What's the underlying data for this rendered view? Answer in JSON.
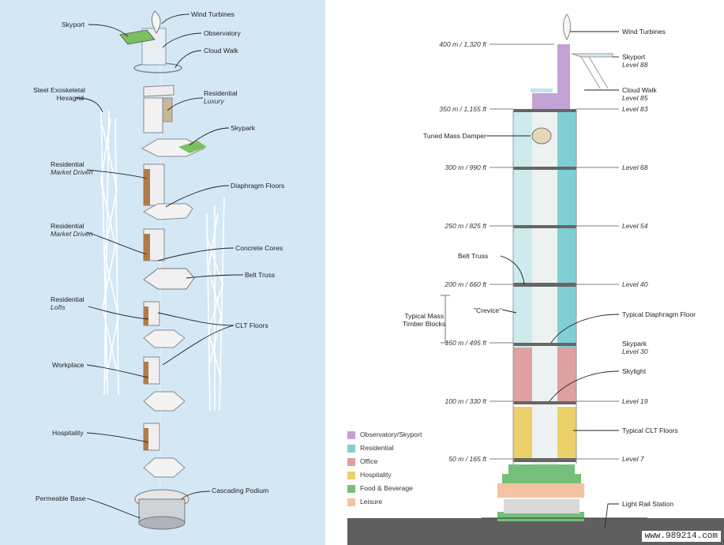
{
  "exploded": {
    "labels": {
      "skyport": "Skyport",
      "wind_turbines": "Wind Turbines",
      "observatory": "Observatory",
      "cloud_walk": "Cloud Walk",
      "steel_exo": "Steel Exoskeletal",
      "hexagrid": "Hexagrid",
      "residential_luxury": "Residential",
      "luxury": "Luxury",
      "skypark": "Skypark",
      "residential_md1": "Residential",
      "market_driven_1": "Market Driven",
      "diaphragm_floors": "Diaphragm Floors",
      "residential_md2": "Residential",
      "market_driven_2": "Market Driven",
      "concrete_cores": "Concrete Cores",
      "belt_truss": "Belt Truss",
      "residential_lofts": "Residential",
      "lofts": "Lofts",
      "clt_floors": "CLT Floors",
      "workplace": "Workplace",
      "hospitality": "Hospitality",
      "permeable_base": "Permeable Base",
      "cascading_podium": "Cascading Podium"
    }
  },
  "section": {
    "altitudes": {
      "a400": "400 m / 1,320 ft",
      "a350": "350 m / 1,155 ft",
      "a300": "300 m / 990 ft",
      "a250": "250 m / 825 ft",
      "a200": "200 m / 660 ft",
      "a150": "150 m / 495 ft",
      "a100": "100 m / 330 ft",
      "a50": "50 m / 165 ft"
    },
    "labels": {
      "wind_turbines": "Wind Turbines",
      "skyport": "Skyport",
      "skyport_level": "Level 88",
      "cloud_walk": "Cloud Walk",
      "cloud_walk_level": "Level 85",
      "level83": "Level 83",
      "tuned_mass_damper": "Tuned Mass Damper",
      "level68": "Level 68",
      "level54": "Level 54",
      "belt_truss": "Belt Truss",
      "level40": "Level 40",
      "crevice": "\"Crevice\"",
      "typical_mass_1": "Typical Mass",
      "typical_mass_2": "Timber Blocks",
      "typical_diaphragm": "Typical Diaphragm Floor",
      "skypark": "Skypark",
      "skypark_level": "Level 30",
      "skylight": "Skylight",
      "level19": "Level 19",
      "typical_clt": "Typical CLT Floors",
      "level7": "Level 7",
      "light_rail": "Light Rail Station"
    },
    "legend": [
      {
        "label": "Observatory/Skyport",
        "color": "#c3a2d6"
      },
      {
        "label": "Residential",
        "color": "#7fcfd4"
      },
      {
        "label": "Office",
        "color": "#dea0a0"
      },
      {
        "label": "Hospitality",
        "color": "#edd06a"
      },
      {
        "label": "Food & Beverage",
        "color": "#74c07a"
      },
      {
        "label": "Leisure",
        "color": "#f4c3a2"
      }
    ]
  },
  "watermark": "www.989214.com"
}
